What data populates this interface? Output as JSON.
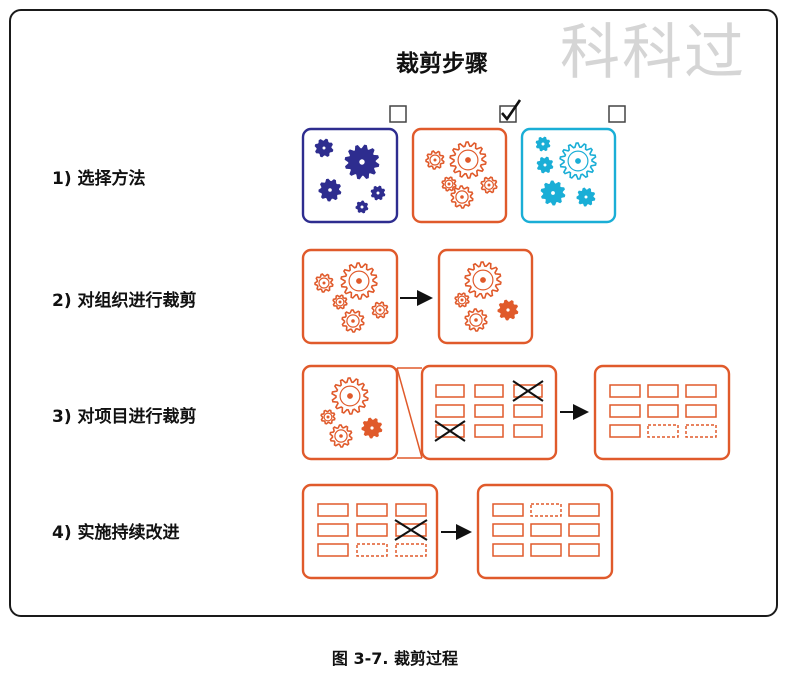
{
  "watermark": "科科过",
  "diagram": {
    "title": "裁剪步骤",
    "steps": [
      {
        "label": "1) 选择方法"
      },
      {
        "label": "2) 对组织进行裁剪"
      },
      {
        "label": "3) 对项目进行裁剪"
      },
      {
        "label": "4) 实施持续改进"
      }
    ],
    "method_choices": [
      {
        "checked": false,
        "color": "#2e2d8f"
      },
      {
        "checked": true,
        "color": "#e05a2b"
      },
      {
        "checked": false,
        "color": "#1aaed6"
      }
    ],
    "caption": "图 3-7. 裁剪过程"
  },
  "colors": {
    "frame": "#1a1a1a",
    "orange": "#e05a2b",
    "navy": "#2e2d8f",
    "cyan": "#1aaed6"
  },
  "icons": [
    "gear-icon",
    "checkbox-icon",
    "arrow-right-icon",
    "cross-mark-icon"
  ]
}
